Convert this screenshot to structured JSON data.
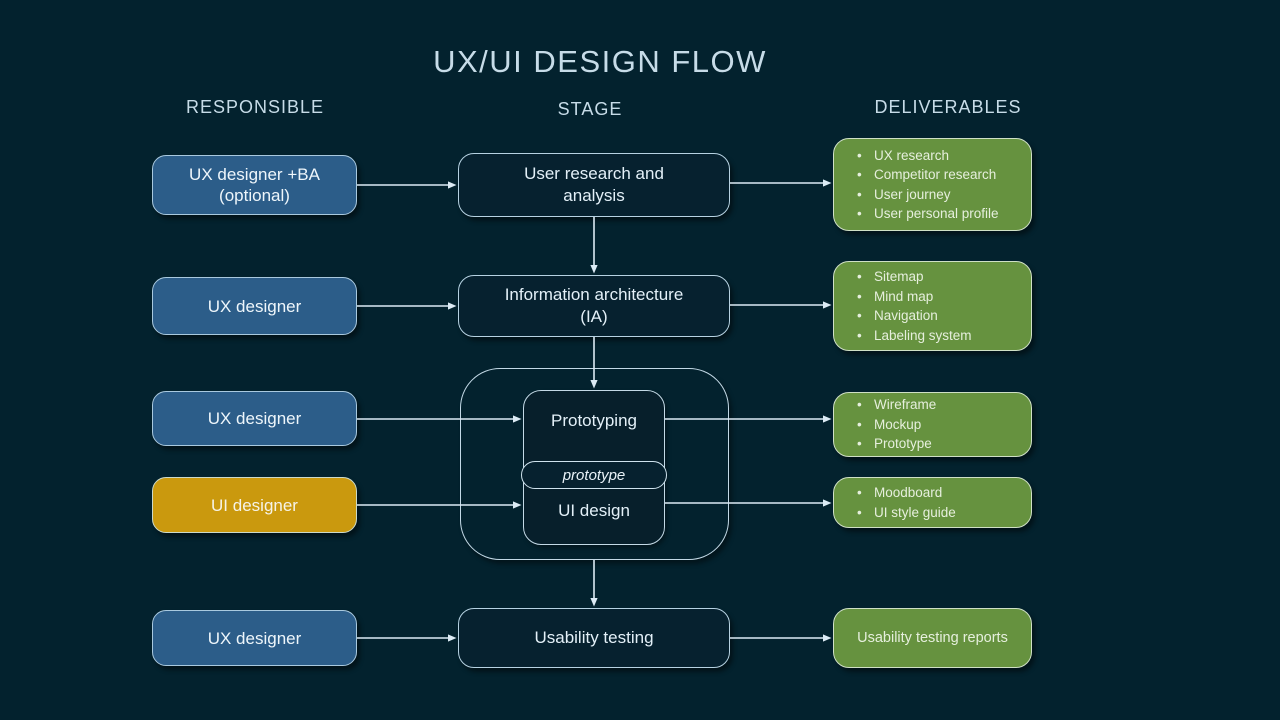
{
  "title": "UX/UI DESIGN FLOW",
  "headers": {
    "responsible": "RESPONSIBLE",
    "stage": "STAGE",
    "deliverables": "DELIVERABLES"
  },
  "prototype_badge": "prototype",
  "rows": [
    {
      "responsible_lines": [
        "UX designer +BA",
        "(optional)"
      ],
      "stage_lines": [
        "User research and",
        "analysis"
      ],
      "deliverables": [
        "UX research",
        "Competitor research",
        "User journey",
        "User personal profile"
      ]
    },
    {
      "responsible": "UX designer",
      "stage_lines": [
        "Information architecture",
        "(IA)"
      ],
      "deliverables": [
        "Sitemap",
        "Mind map",
        "Navigation",
        "Labeling system"
      ]
    },
    {
      "responsible": "UX designer",
      "stage": "Prototyping",
      "deliverables": [
        "Wireframe",
        "Mockup",
        "Prototype"
      ]
    },
    {
      "responsible": "UI designer",
      "stage": "UI design",
      "deliverables": [
        "Moodboard",
        "UI style guide"
      ]
    },
    {
      "responsible": "UX designer",
      "stage": "Usability testing",
      "deliverables": [
        "Usability testing reports"
      ]
    }
  ],
  "colors": {
    "background": "#03222e",
    "responsible_blue": "#2c5d89",
    "responsible_gold": "#ca990e",
    "stage_fill": "#06212f",
    "deliverable_green": "#66923f",
    "arrow": "#dcebf5",
    "heading_text": "#c7dce8"
  }
}
